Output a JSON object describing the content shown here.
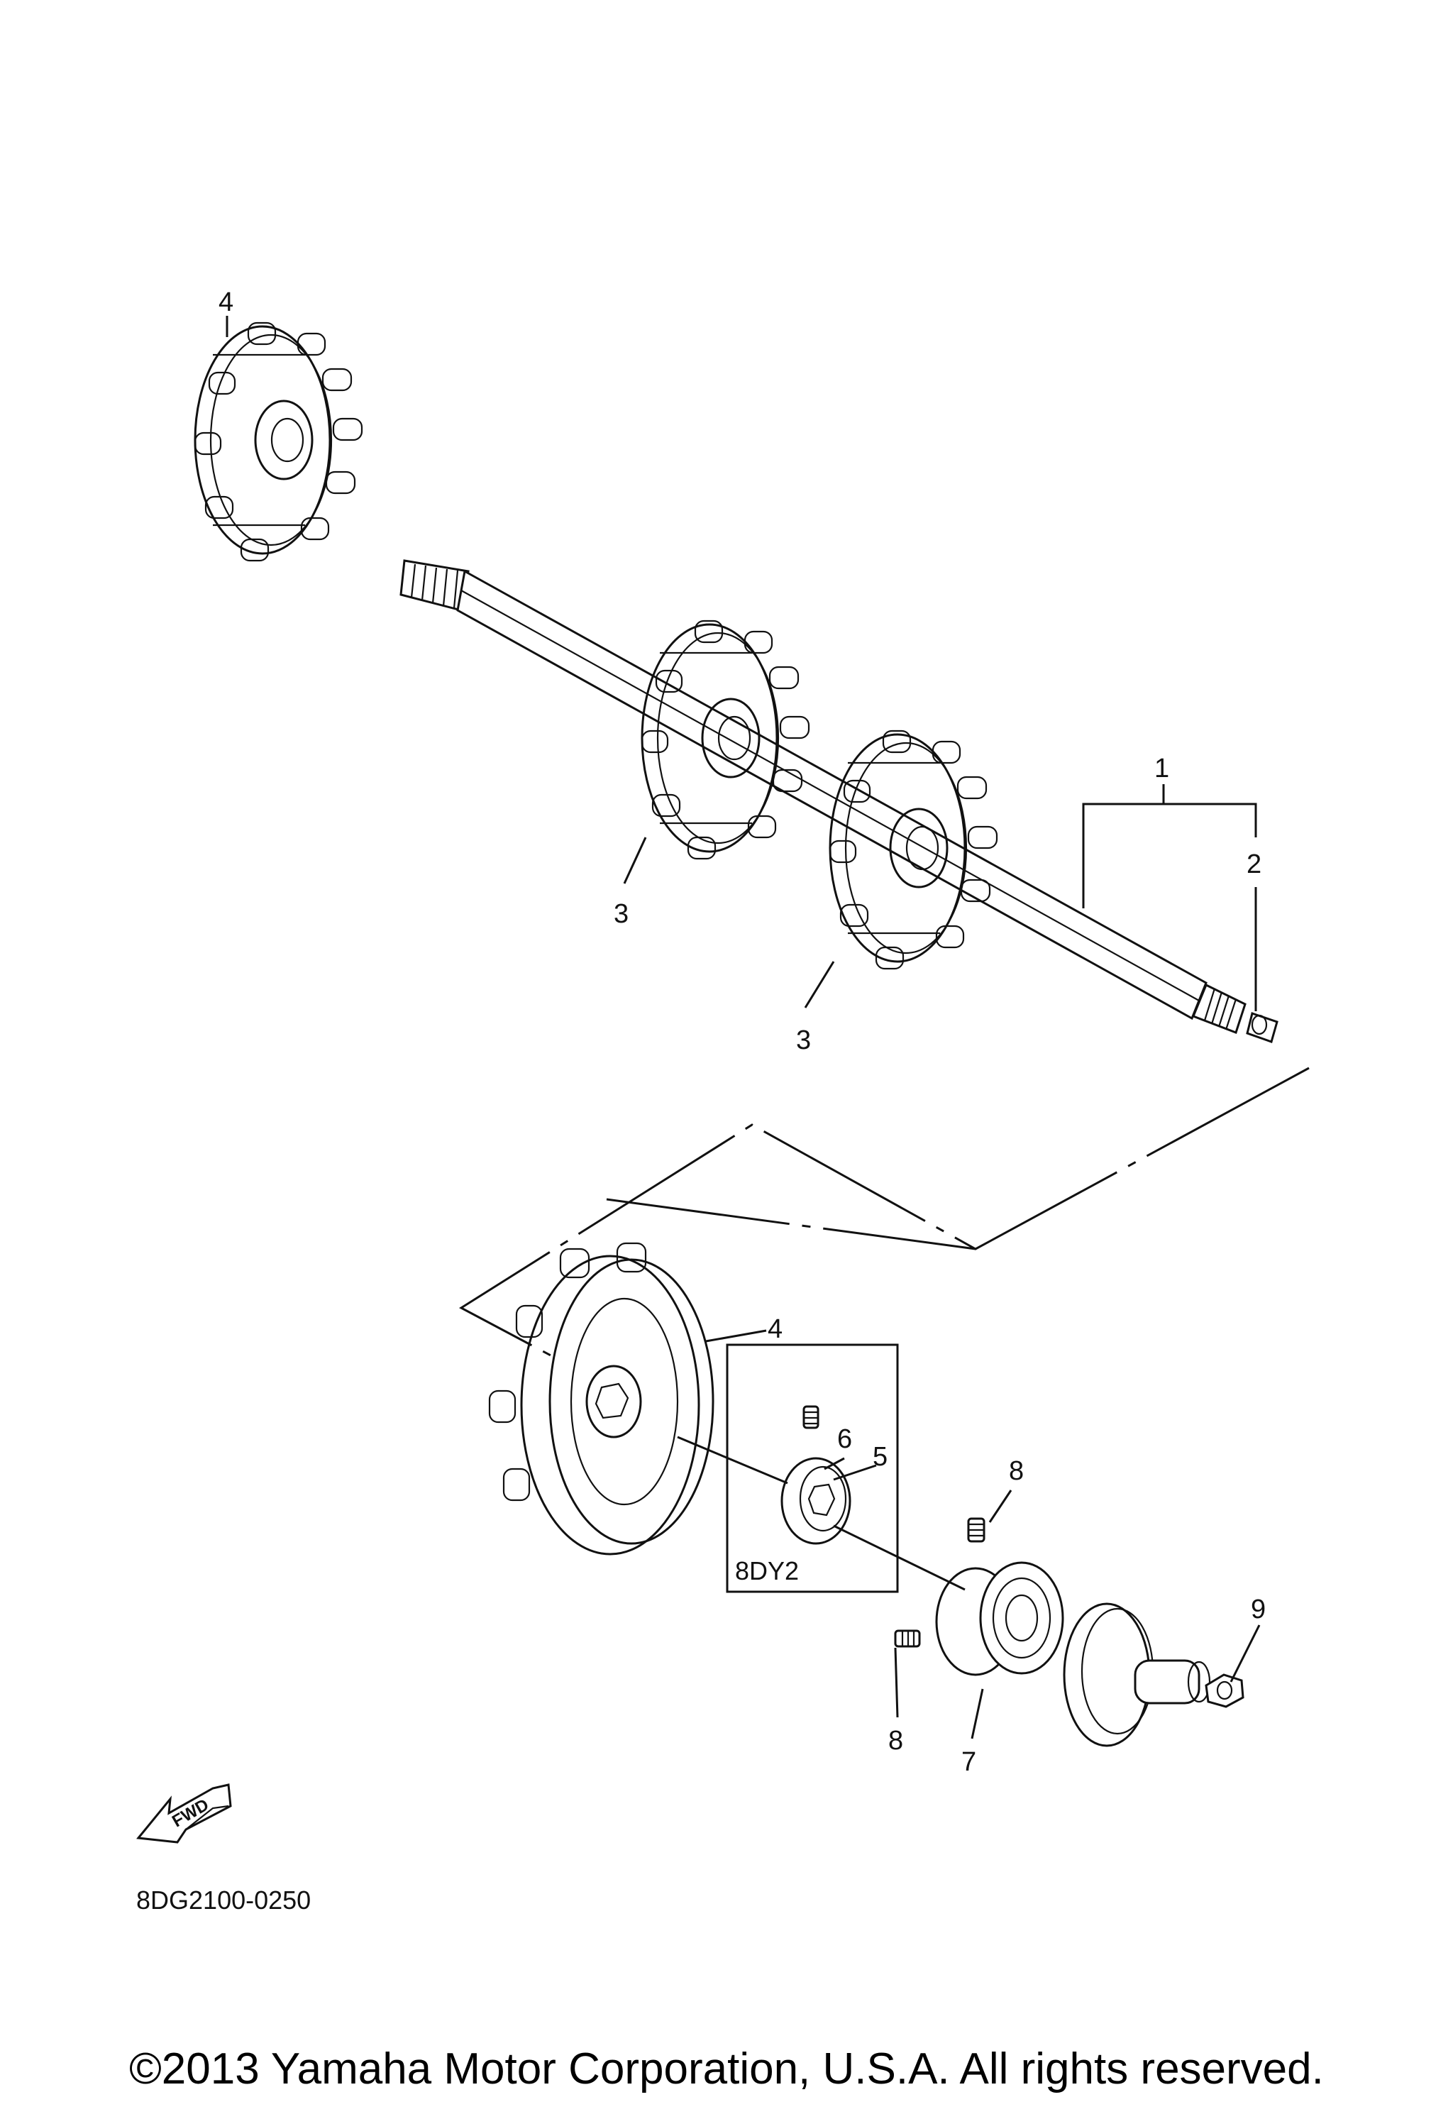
{
  "diagram": {
    "callouts": {
      "c1": "1",
      "c2": "2",
      "c3a": "3",
      "c3b": "3",
      "c4a": "4",
      "c4b": "4",
      "c5": "5",
      "c6": "6",
      "c7": "7",
      "c8a": "8",
      "c8b": "8",
      "c9": "9"
    },
    "box_label": "8DY2",
    "fwd_label": "FWD",
    "diagram_code": "8DG2100-0250"
  },
  "footer": {
    "copyright": "©2013 Yamaha Motor Corporation, U.S.A. All rights reserved."
  }
}
